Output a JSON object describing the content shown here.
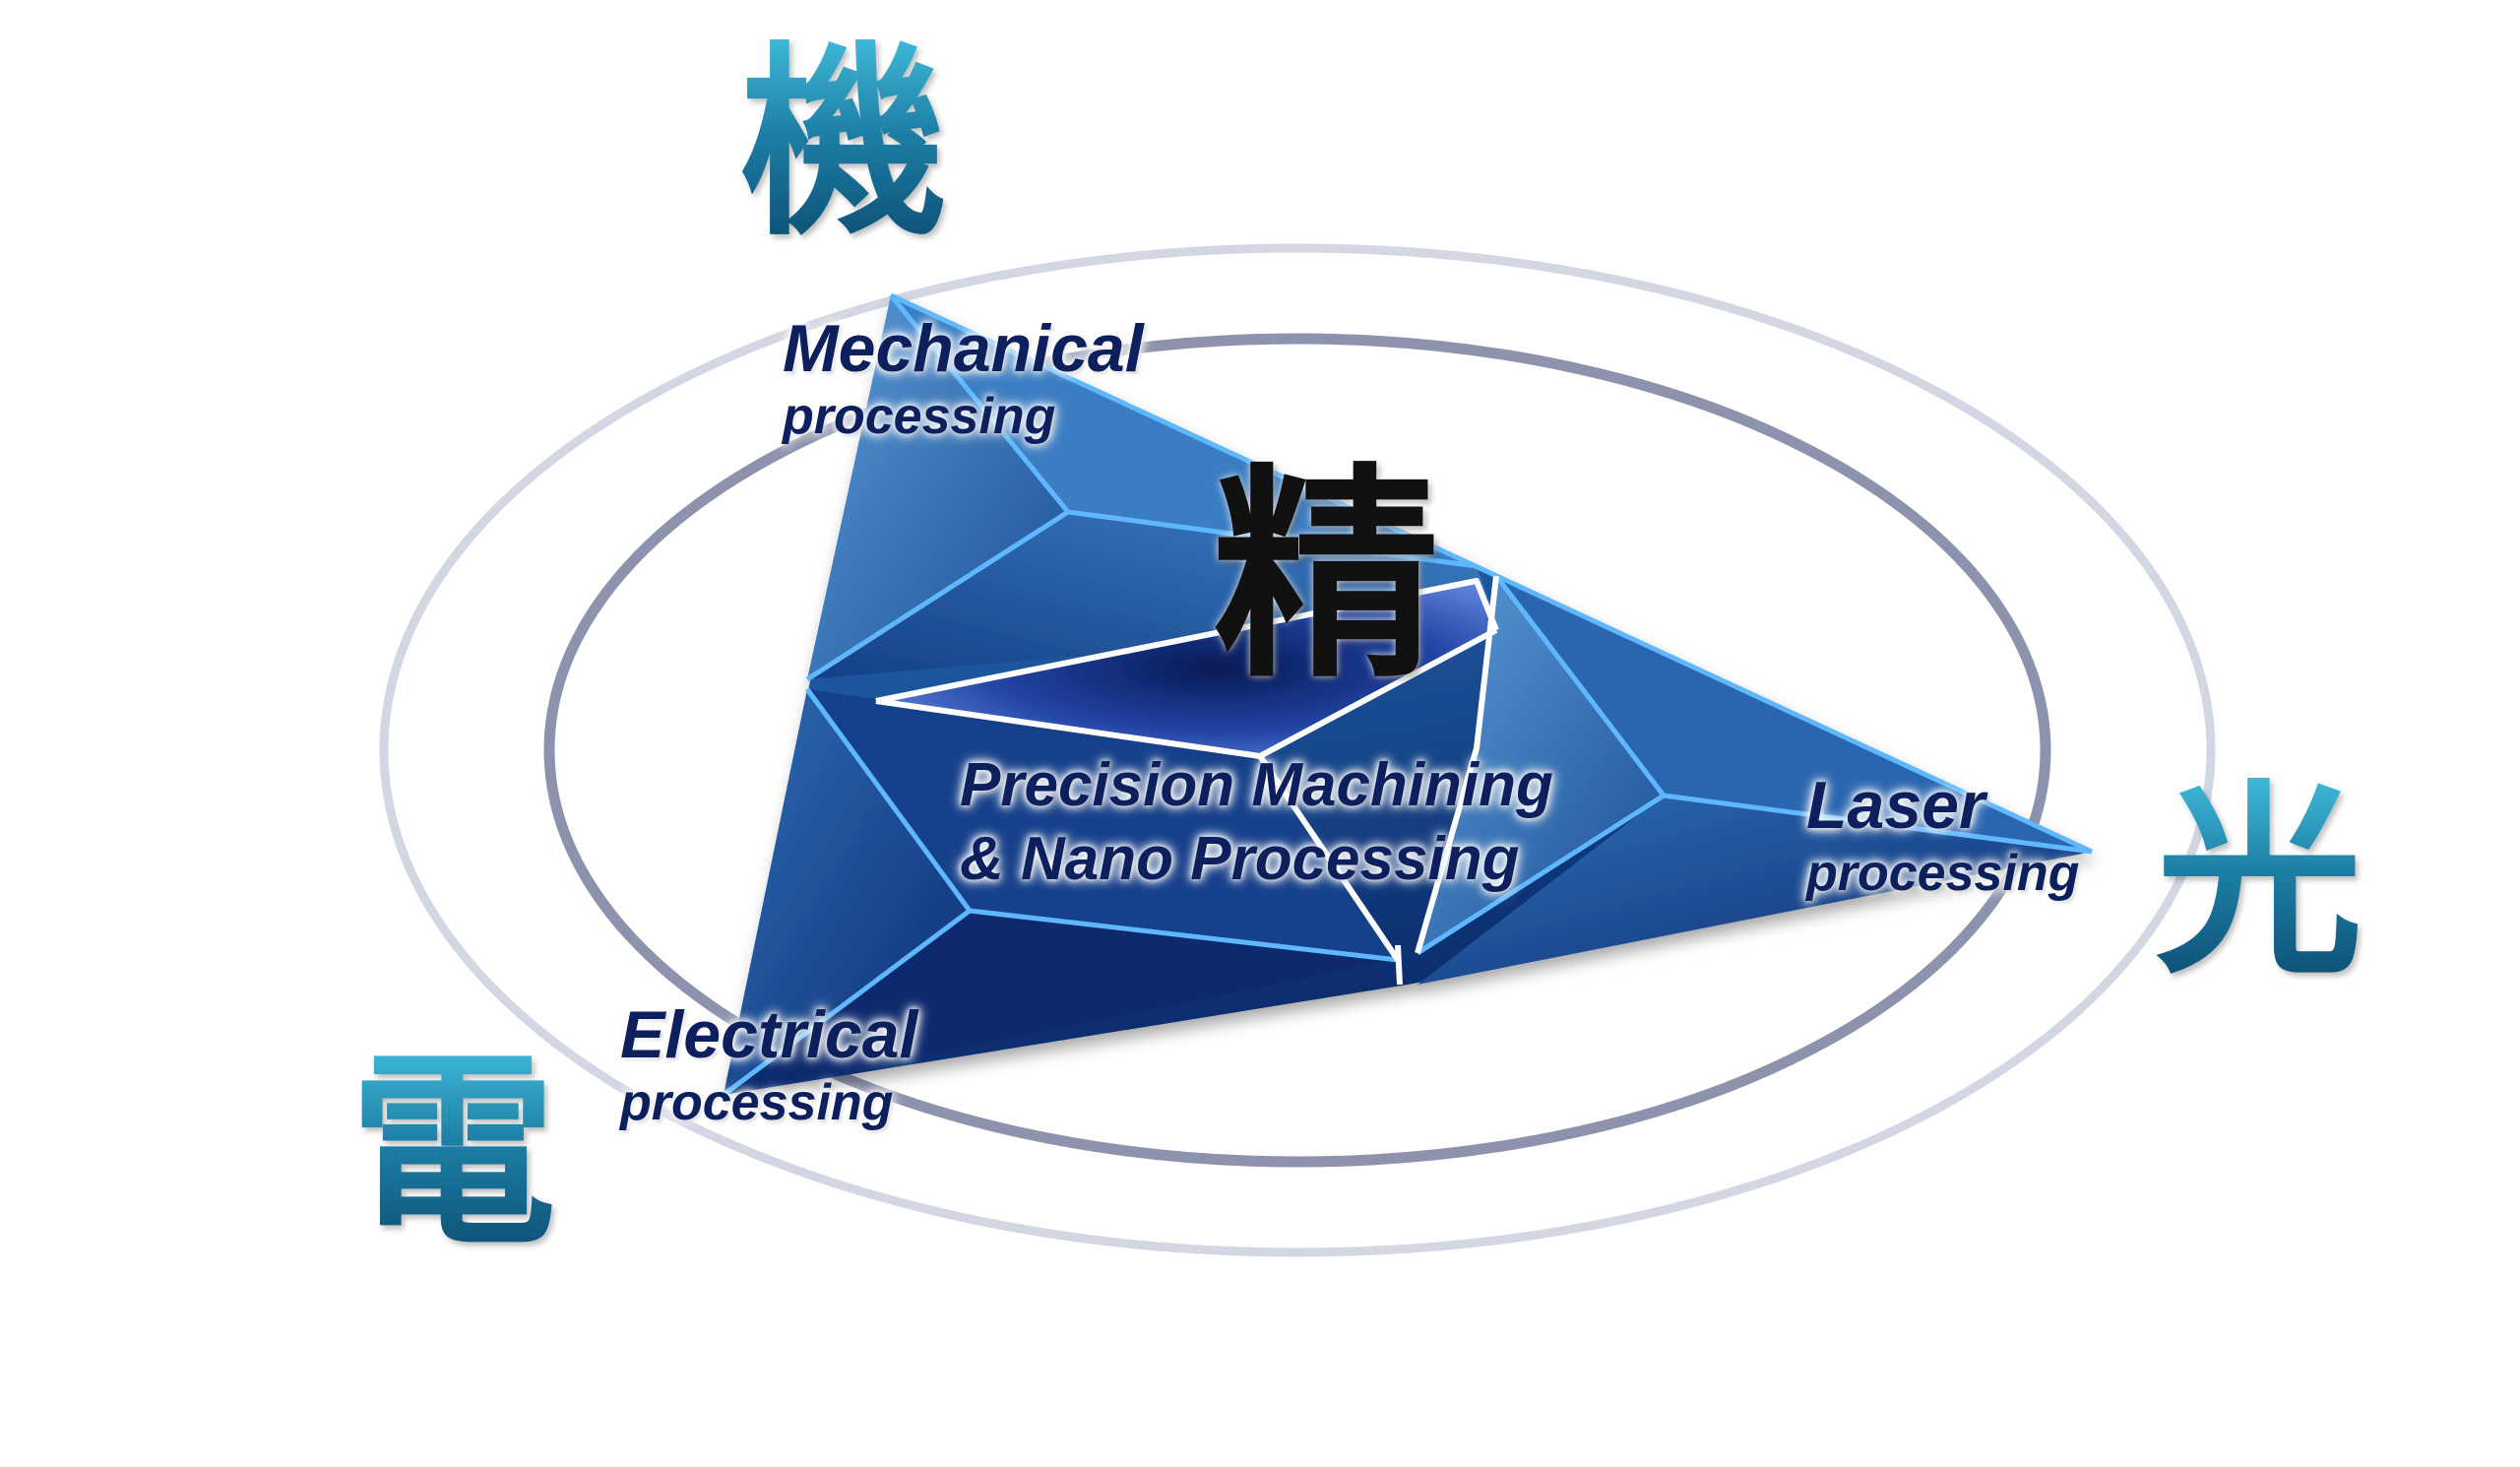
{
  "labels": {
    "mechanical": {
      "title": "Mechanical",
      "sub": "processing"
    },
    "laser": {
      "title": "Laser",
      "sub": "processing"
    },
    "electrical": {
      "title": "Electrical",
      "sub": "processing"
    },
    "center": {
      "line1": "Precision Machining",
      "line2": "& Nano Processing"
    }
  },
  "characters": {
    "mechanical": "機",
    "light": "光",
    "electric": "電",
    "precision": "精"
  },
  "colors": {
    "triangle_dark": "#0a2766",
    "triangle_mid": "#1f58a0",
    "triangle_light": "#3b80c4",
    "edge_highlight": "#5fb8ff",
    "ring_outer": "#d3d7e3",
    "ring_inner": "#8d93ad",
    "label_text": "#0d1f5c",
    "calligraphy_blue": "#1d7fa6",
    "calligraphy_black": "#111111"
  }
}
